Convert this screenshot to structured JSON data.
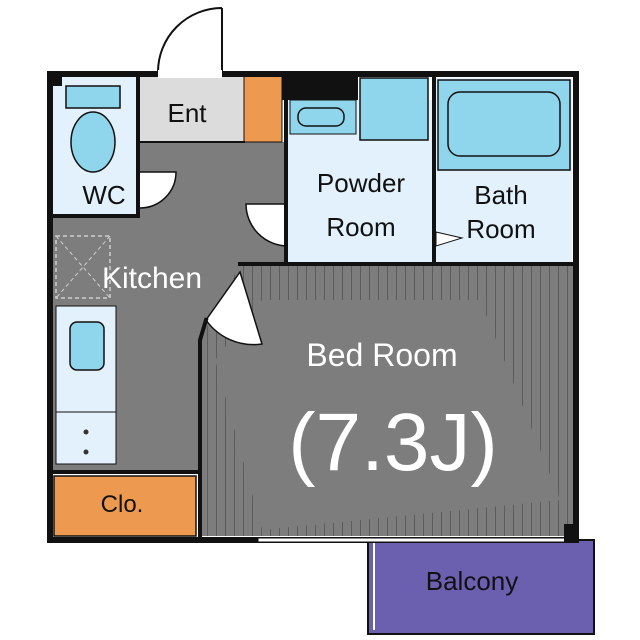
{
  "rooms": {
    "entrance": "Ent",
    "wc": "WC",
    "powder_room_line1": "Powder",
    "powder_room_line2": "Room",
    "bath_room_line1": "Bath",
    "bath_room_line2": "Room",
    "kitchen": "Kitchen",
    "bed_room": "Bed Room",
    "bed_room_size": "(7.3J)",
    "closet": "Clo.",
    "balcony": "Balcony"
  },
  "colors": {
    "floor_gray": "#7d7d7d",
    "wet_area_blue": "#e2f1fb",
    "fixture_cyan": "#8fd6ec",
    "closet_orange": "#ee9950",
    "balcony_purple": "#6b60b0",
    "entrance_gray": "#dcdcdc",
    "wall": "#111111"
  }
}
